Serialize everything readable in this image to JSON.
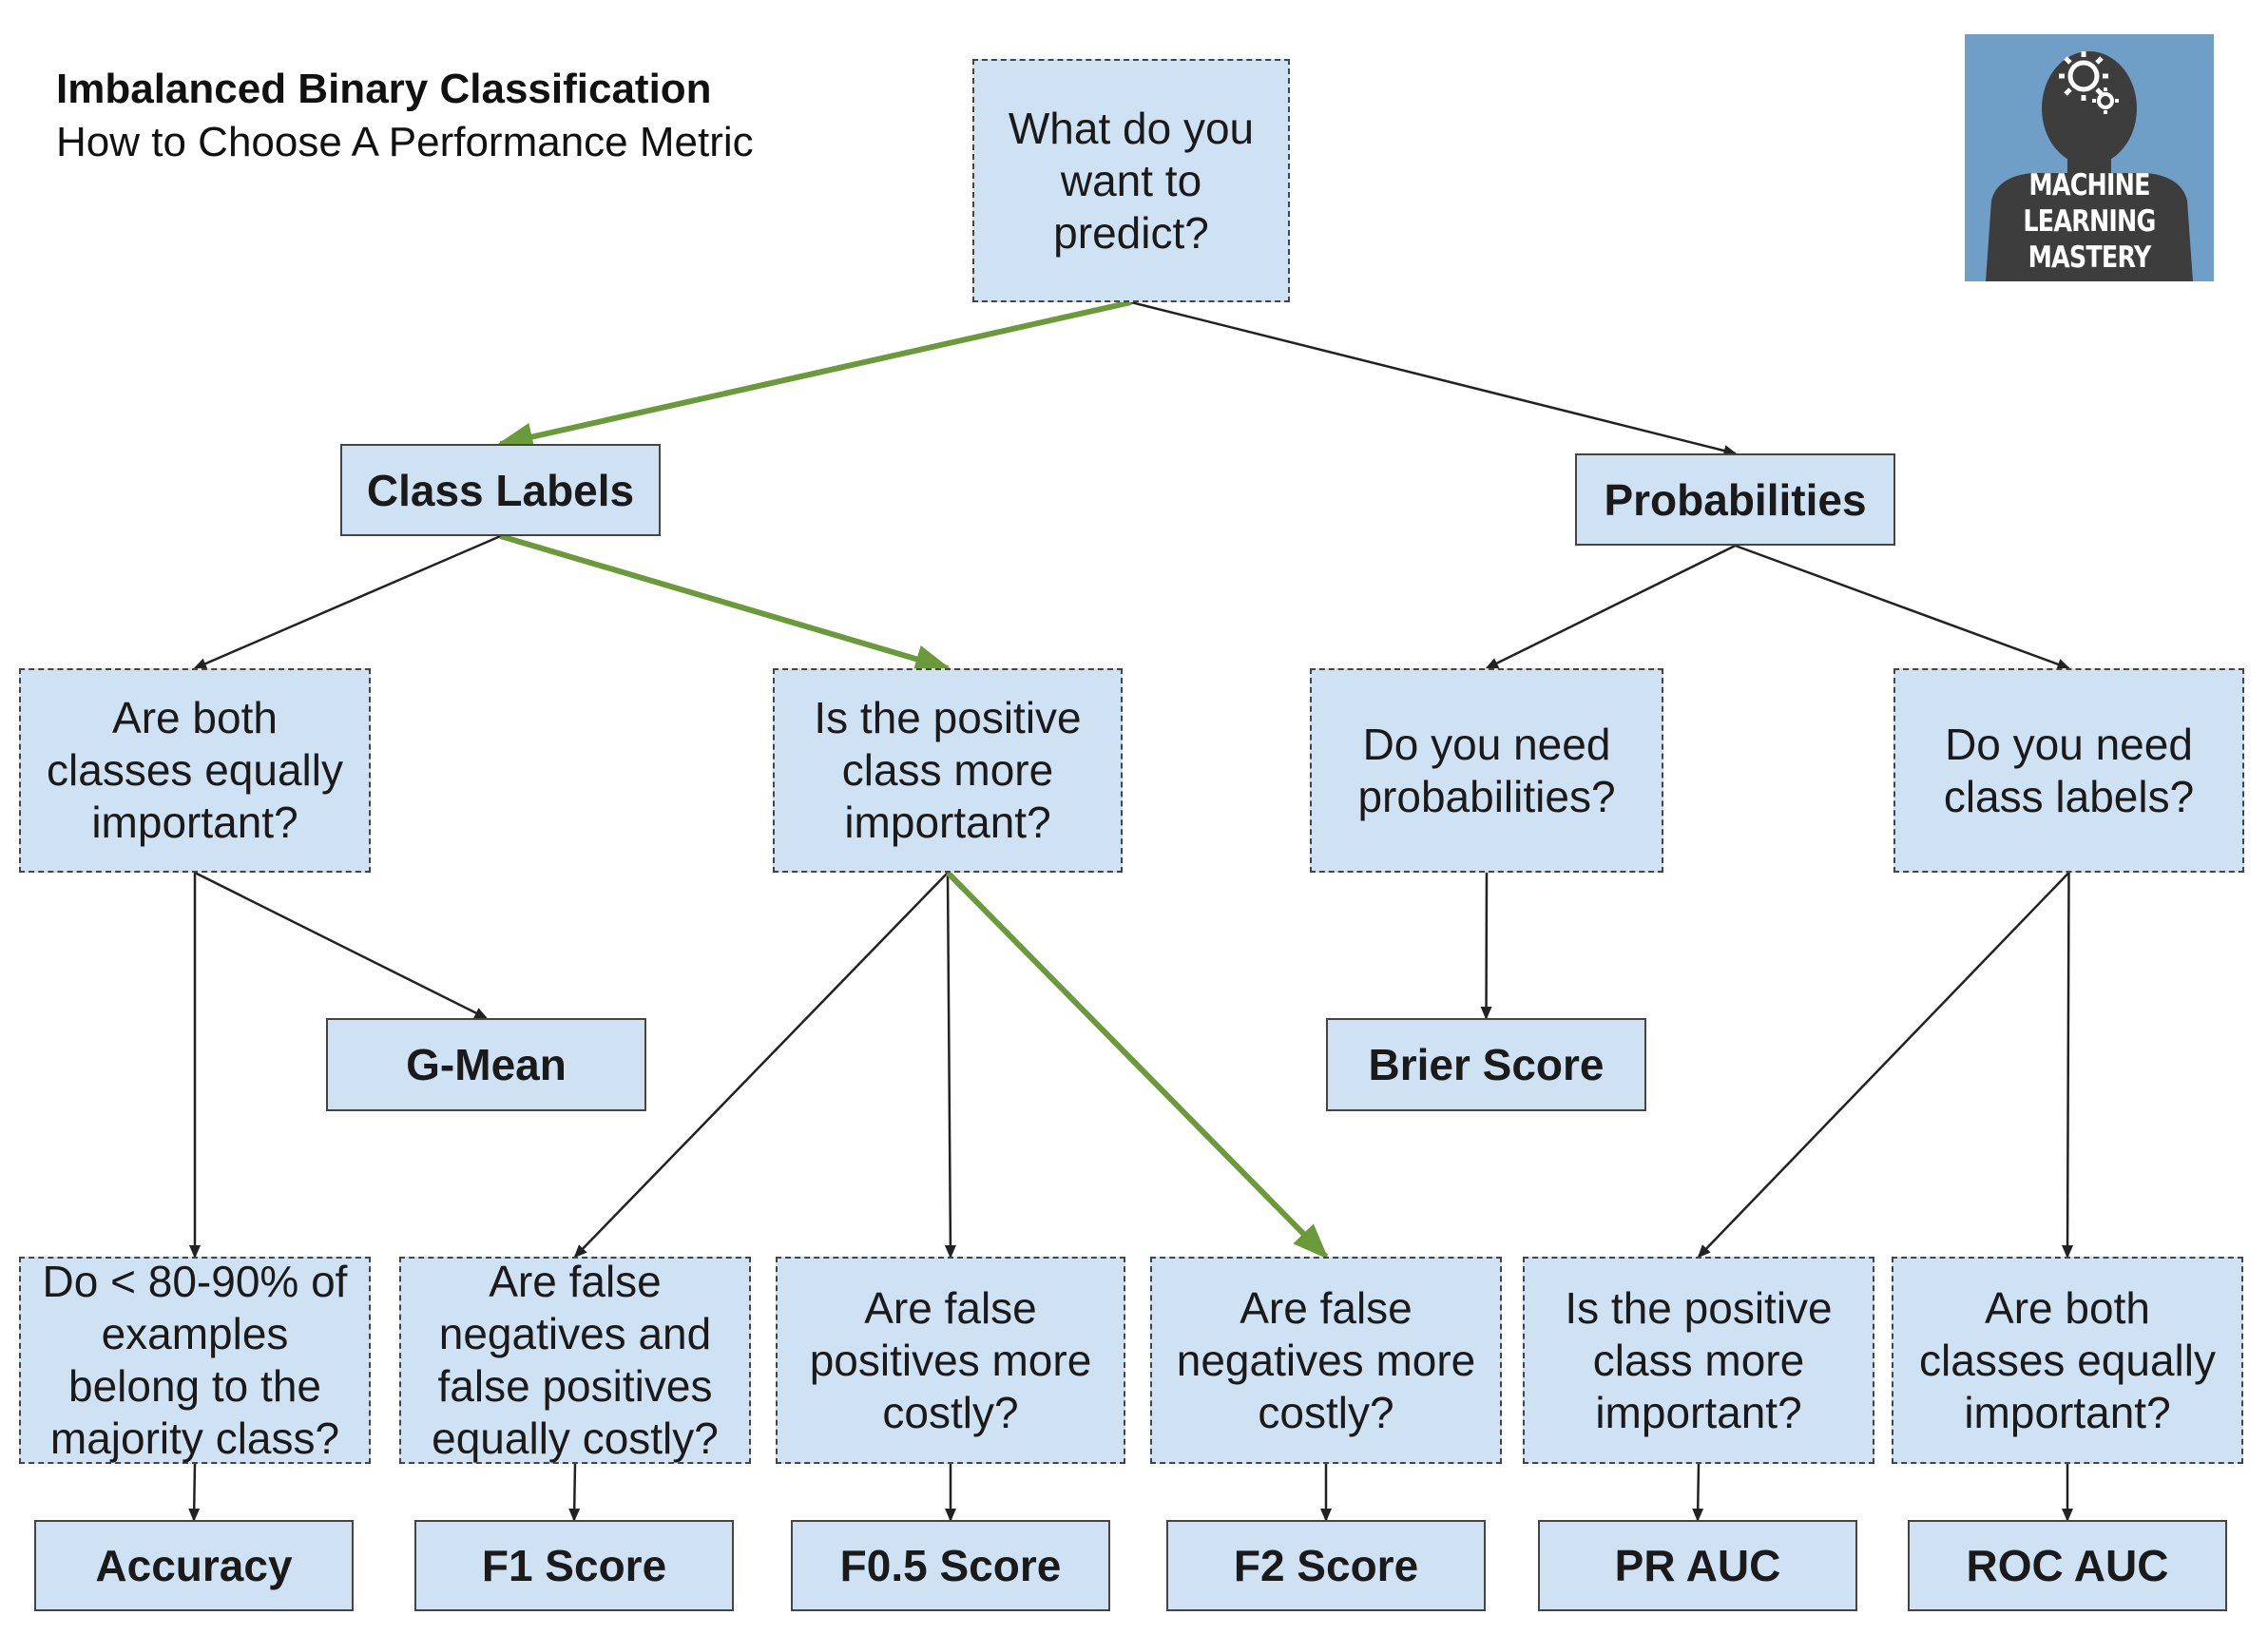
{
  "header": {
    "title": "Imbalanced Binary Classification",
    "subtitle": "How to Choose A Performance Metric"
  },
  "logo": {
    "icon": "gear-head-icon",
    "lines": [
      "MACHINE",
      "LEARNING",
      "MASTERY"
    ]
  },
  "colors": {
    "box_fill": "#cfe2f3",
    "border": "#444444",
    "connector": "#222222",
    "highlight_path": "#6a9a3a",
    "logo_bg": "#6f9fc7",
    "logo_figure": "#3d3d3d"
  },
  "nodes": {
    "root": "What do you want to predict?",
    "class_labels": "Class Labels",
    "probabilities": "Probabilities",
    "q_both_equal": "Are both classes equally important?",
    "q_positive_important": "Is the positive class more important?",
    "q_need_probabilities": "Do you need probabilities?",
    "q_need_class_labels": "Do you need class labels?",
    "g_mean": "G-Mean",
    "brier_score": "Brier Score",
    "q_majority": "Do < 80-90% of examples belong to the majority class?",
    "q_fn_fp_equal": "Are false negatives and false positives equally costly?",
    "q_fp_costly": "Are false positives more costly?",
    "q_fn_costly": "Are false negatives more costly?",
    "q_positive_important_2": "Is the positive class more important?",
    "q_both_equal_2": "Are both classes equally important?",
    "accuracy": "Accuracy",
    "f1_score": "F1 Score",
    "f05_score": "F0.5 Score",
    "f2_score": "F2 Score",
    "pr_auc": "PR AUC",
    "roc_auc": "ROC AUC"
  },
  "edges": [
    {
      "from": "root",
      "to": "class_labels",
      "highlighted": true
    },
    {
      "from": "root",
      "to": "probabilities",
      "highlighted": false
    },
    {
      "from": "class_labels",
      "to": "q_both_equal",
      "highlighted": false
    },
    {
      "from": "class_labels",
      "to": "q_positive_important",
      "highlighted": true
    },
    {
      "from": "probabilities",
      "to": "q_need_probabilities",
      "highlighted": false
    },
    {
      "from": "probabilities",
      "to": "q_need_class_labels",
      "highlighted": false
    },
    {
      "from": "q_both_equal",
      "to": "g_mean",
      "highlighted": false
    },
    {
      "from": "q_both_equal",
      "to": "q_majority",
      "highlighted": false
    },
    {
      "from": "q_positive_important",
      "to": "q_fn_fp_equal",
      "highlighted": false
    },
    {
      "from": "q_positive_important",
      "to": "q_fp_costly",
      "highlighted": false
    },
    {
      "from": "q_positive_important",
      "to": "q_fn_costly",
      "highlighted": true
    },
    {
      "from": "q_need_probabilities",
      "to": "brier_score",
      "highlighted": false
    },
    {
      "from": "q_need_class_labels",
      "to": "q_positive_important_2",
      "highlighted": false
    },
    {
      "from": "q_need_class_labels",
      "to": "q_both_equal_2",
      "highlighted": false
    },
    {
      "from": "q_majority",
      "to": "accuracy",
      "highlighted": false
    },
    {
      "from": "q_fn_fp_equal",
      "to": "f1_score",
      "highlighted": false
    },
    {
      "from": "q_fp_costly",
      "to": "f05_score",
      "highlighted": false
    },
    {
      "from": "q_fn_costly",
      "to": "f2_score",
      "highlighted": false
    },
    {
      "from": "q_positive_important_2",
      "to": "pr_auc",
      "highlighted": false
    },
    {
      "from": "q_both_equal_2",
      "to": "roc_auc",
      "highlighted": false
    }
  ]
}
